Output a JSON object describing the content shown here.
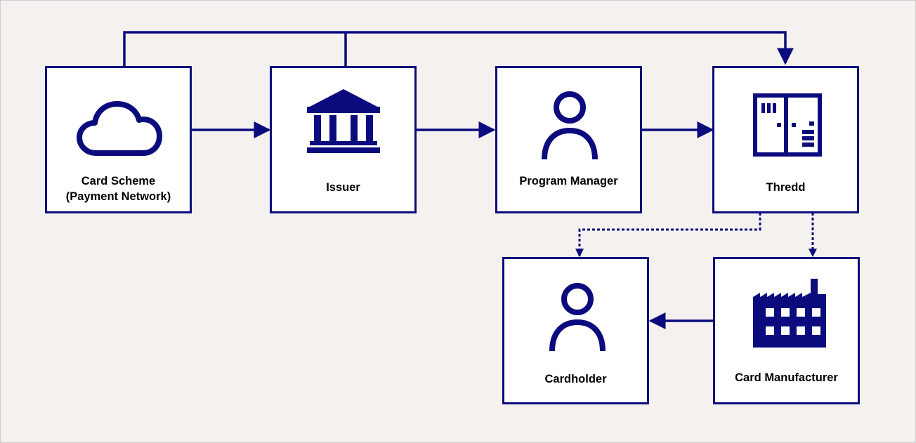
{
  "colors": {
    "stroke": "#0b0b7e",
    "background": "#f4f1ef",
    "box_fill": "#ffffff"
  },
  "nodes": {
    "card_scheme": {
      "label": "Card Scheme\n(Payment Network)",
      "icon": "cloud-icon"
    },
    "issuer": {
      "label": "Issuer",
      "icon": "bank-icon"
    },
    "program_manager": {
      "label": "Program Manager",
      "icon": "person-icon"
    },
    "thredd": {
      "label": "Thredd",
      "icon": "server-panel-icon"
    },
    "cardholder": {
      "label": "Cardholder",
      "icon": "person-icon"
    },
    "card_manufacturer": {
      "label": "Card Manufacturer",
      "icon": "factory-icon"
    }
  },
  "edges": [
    {
      "from": "card_scheme",
      "to": "issuer",
      "style": "solid"
    },
    {
      "from": "issuer",
      "to": "program_manager",
      "style": "solid"
    },
    {
      "from": "program_manager",
      "to": "thredd",
      "style": "solid"
    },
    {
      "from": "card_scheme",
      "to": "thredd",
      "style": "solid",
      "route": "top"
    },
    {
      "from": "issuer",
      "to": "thredd",
      "style": "solid",
      "route": "top"
    },
    {
      "from": "thredd",
      "to": "cardholder",
      "style": "dotted"
    },
    {
      "from": "thredd",
      "to": "card_manufacturer",
      "style": "dotted"
    },
    {
      "from": "card_manufacturer",
      "to": "cardholder",
      "style": "solid"
    }
  ]
}
